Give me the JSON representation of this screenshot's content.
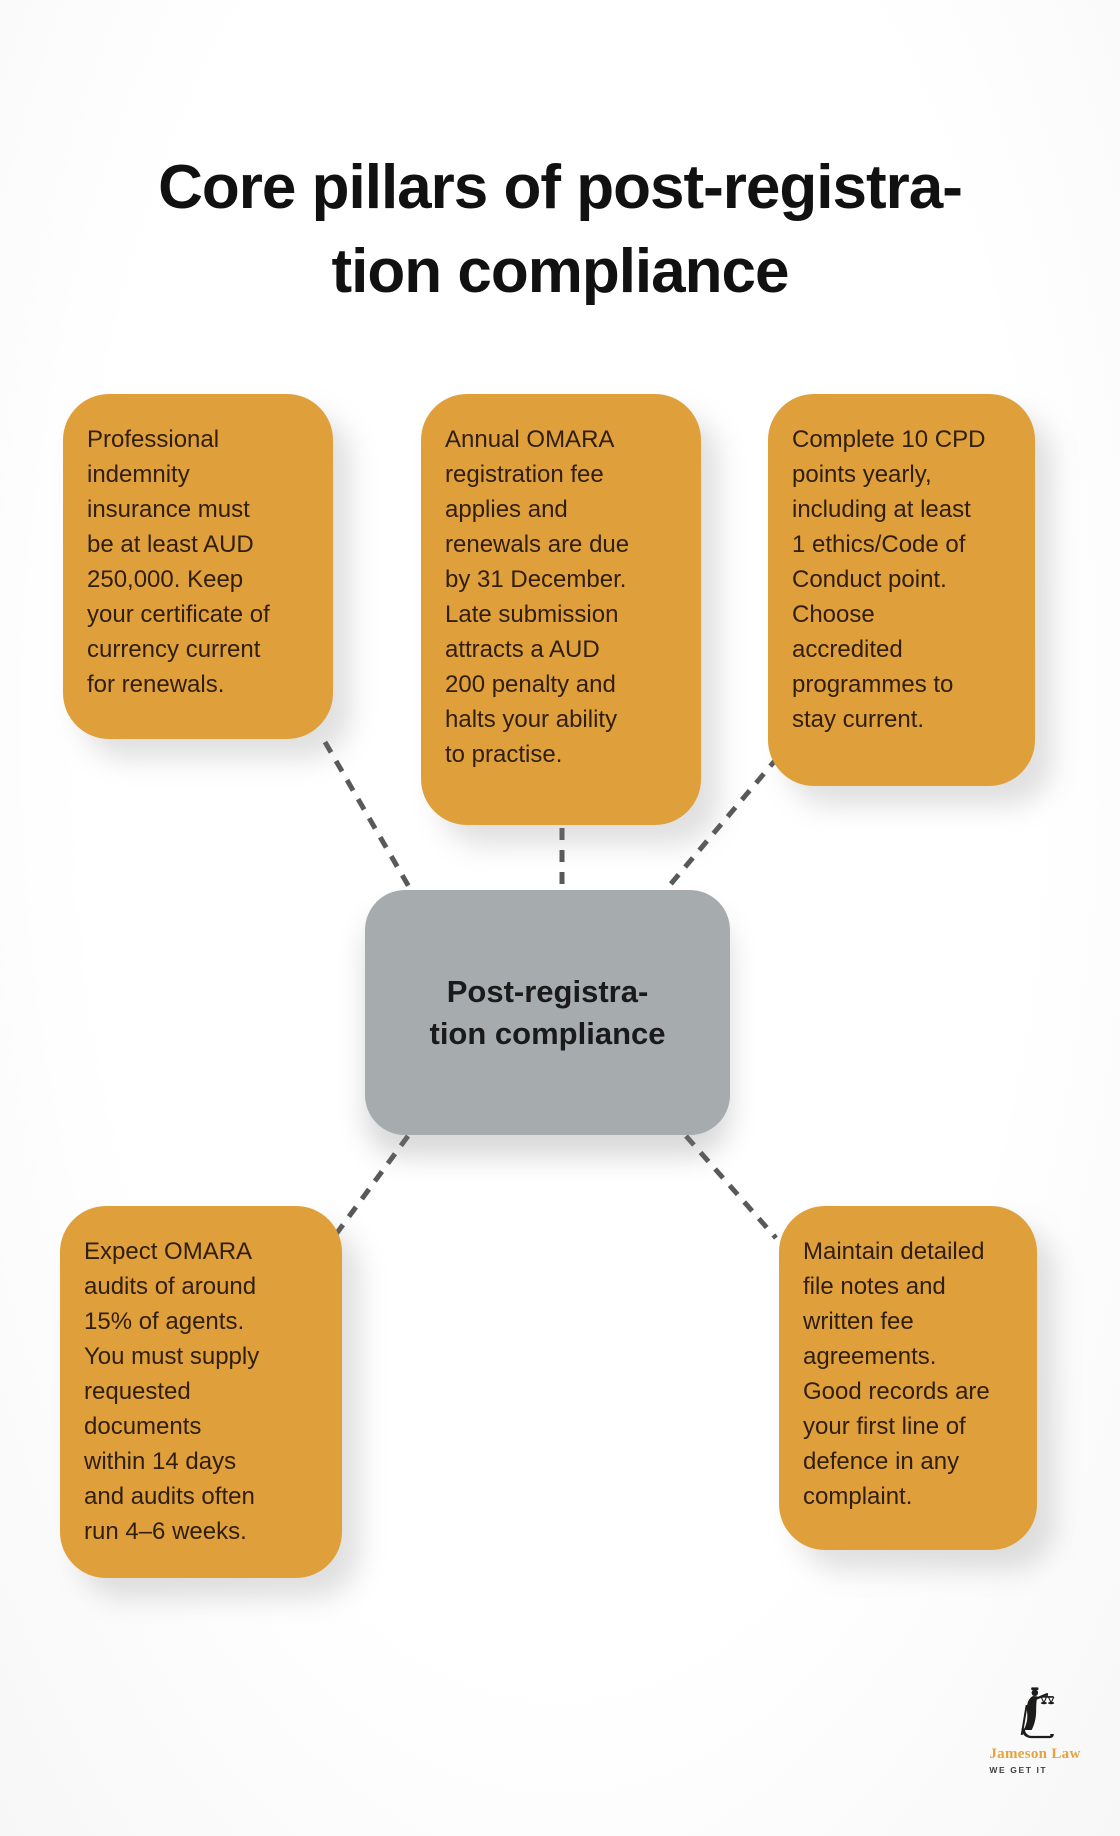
{
  "page": {
    "title_line1": "Core pillars of post-registra-",
    "title_line2": "tion compliance"
  },
  "center_node": {
    "label_line1": "Post-registra-",
    "label_line2": "tion compliance"
  },
  "pillars": [
    {
      "id": "insurance",
      "text": "Professional\nindemnity\ninsurance must\nbe at least AUD\n250,000. Keep\nyour certificate of\ncurrency current\nfor renewals."
    },
    {
      "id": "registration-fee",
      "text": "Annual OMARA\nregistration fee\napplies and\nrenewals are due\nby 31 December.\nLate submission\nattracts a AUD\n200 penalty and\nhalts your ability\nto practise."
    },
    {
      "id": "cpd",
      "text": "Complete 10 CPD\npoints yearly,\nincluding at least\n1 ethics/Code of\nConduct point.\nChoose\naccredited\nprogrammes to\nstay current."
    },
    {
      "id": "audits",
      "text": "Expect OMARA\naudits of around\n15% of agents.\nYou must supply\nrequested\ndocuments\nwithin 14 days\nand audits often\nrun 4–6 weeks."
    },
    {
      "id": "records",
      "text": "Maintain detailed\nfile notes and\nwritten fee\nagreements.\nGood records are\nyour first line of\ndefence in any\ncomplaint."
    }
  ],
  "logo": {
    "name": "Jameson Law",
    "tagline": "WE GET IT",
    "icon": "lady-justice-scales-icon"
  },
  "colors": {
    "card_orange": "#DFA03C",
    "card_gray": "#A6ABAE",
    "text_dark": "#301E10",
    "dash_gray": "#58595B",
    "logo_gold": "#E8A23B",
    "title_dark": "#111111"
  }
}
